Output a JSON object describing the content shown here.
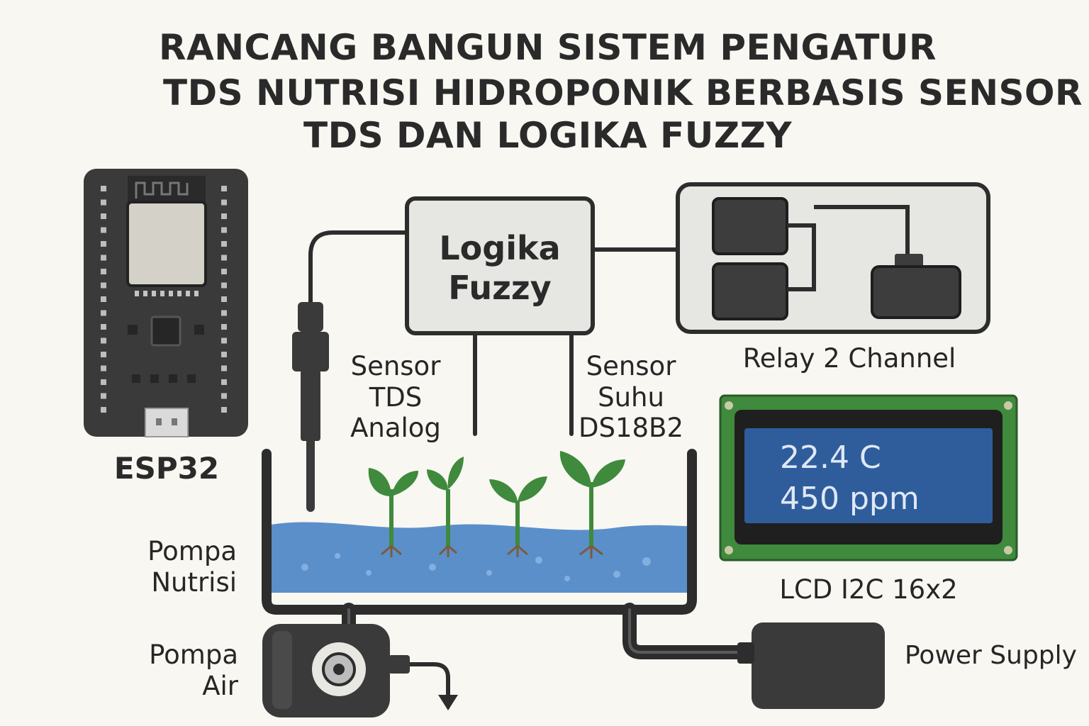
{
  "title": {
    "line1": "RANCANG BANGUN SISTEM PENGATUR",
    "line2": "TDS NUTRISI HIDROPONIK BERBASIS SENSOR",
    "line3": "TDS DAN LOGIKA FUZZY"
  },
  "components": {
    "esp32": {
      "label": "ESP32"
    },
    "fuzzy": {
      "line1": "Logika",
      "line2": "Fuzzy"
    },
    "relay": {
      "label": "Relay 2 Channel"
    },
    "tds_sensor": {
      "line1": "Sensor",
      "line2": "TDS",
      "line3": "Analog"
    },
    "temp_sensor": {
      "line1": "Sensor",
      "line2": "Suhu",
      "line3": "DS18B2"
    },
    "lcd": {
      "label": "LCD I2C 16x2",
      "line1": "22.4 C",
      "line2": "450 ppm"
    },
    "nutrient_pump": {
      "line1": "Pompa",
      "line2": "Nutrisi"
    },
    "water_pump": {
      "line1": "Pompa",
      "line2": "Air"
    },
    "power_supply": {
      "label": "Power Supply"
    }
  },
  "colors": {
    "background": "#f8f7f2",
    "board": "#3b3b3b",
    "water": "#5b8fc9",
    "plant": "#3f8a3c",
    "lcd_pcb": "#3f8a3c",
    "lcd_screen": "#2f5d9c"
  }
}
